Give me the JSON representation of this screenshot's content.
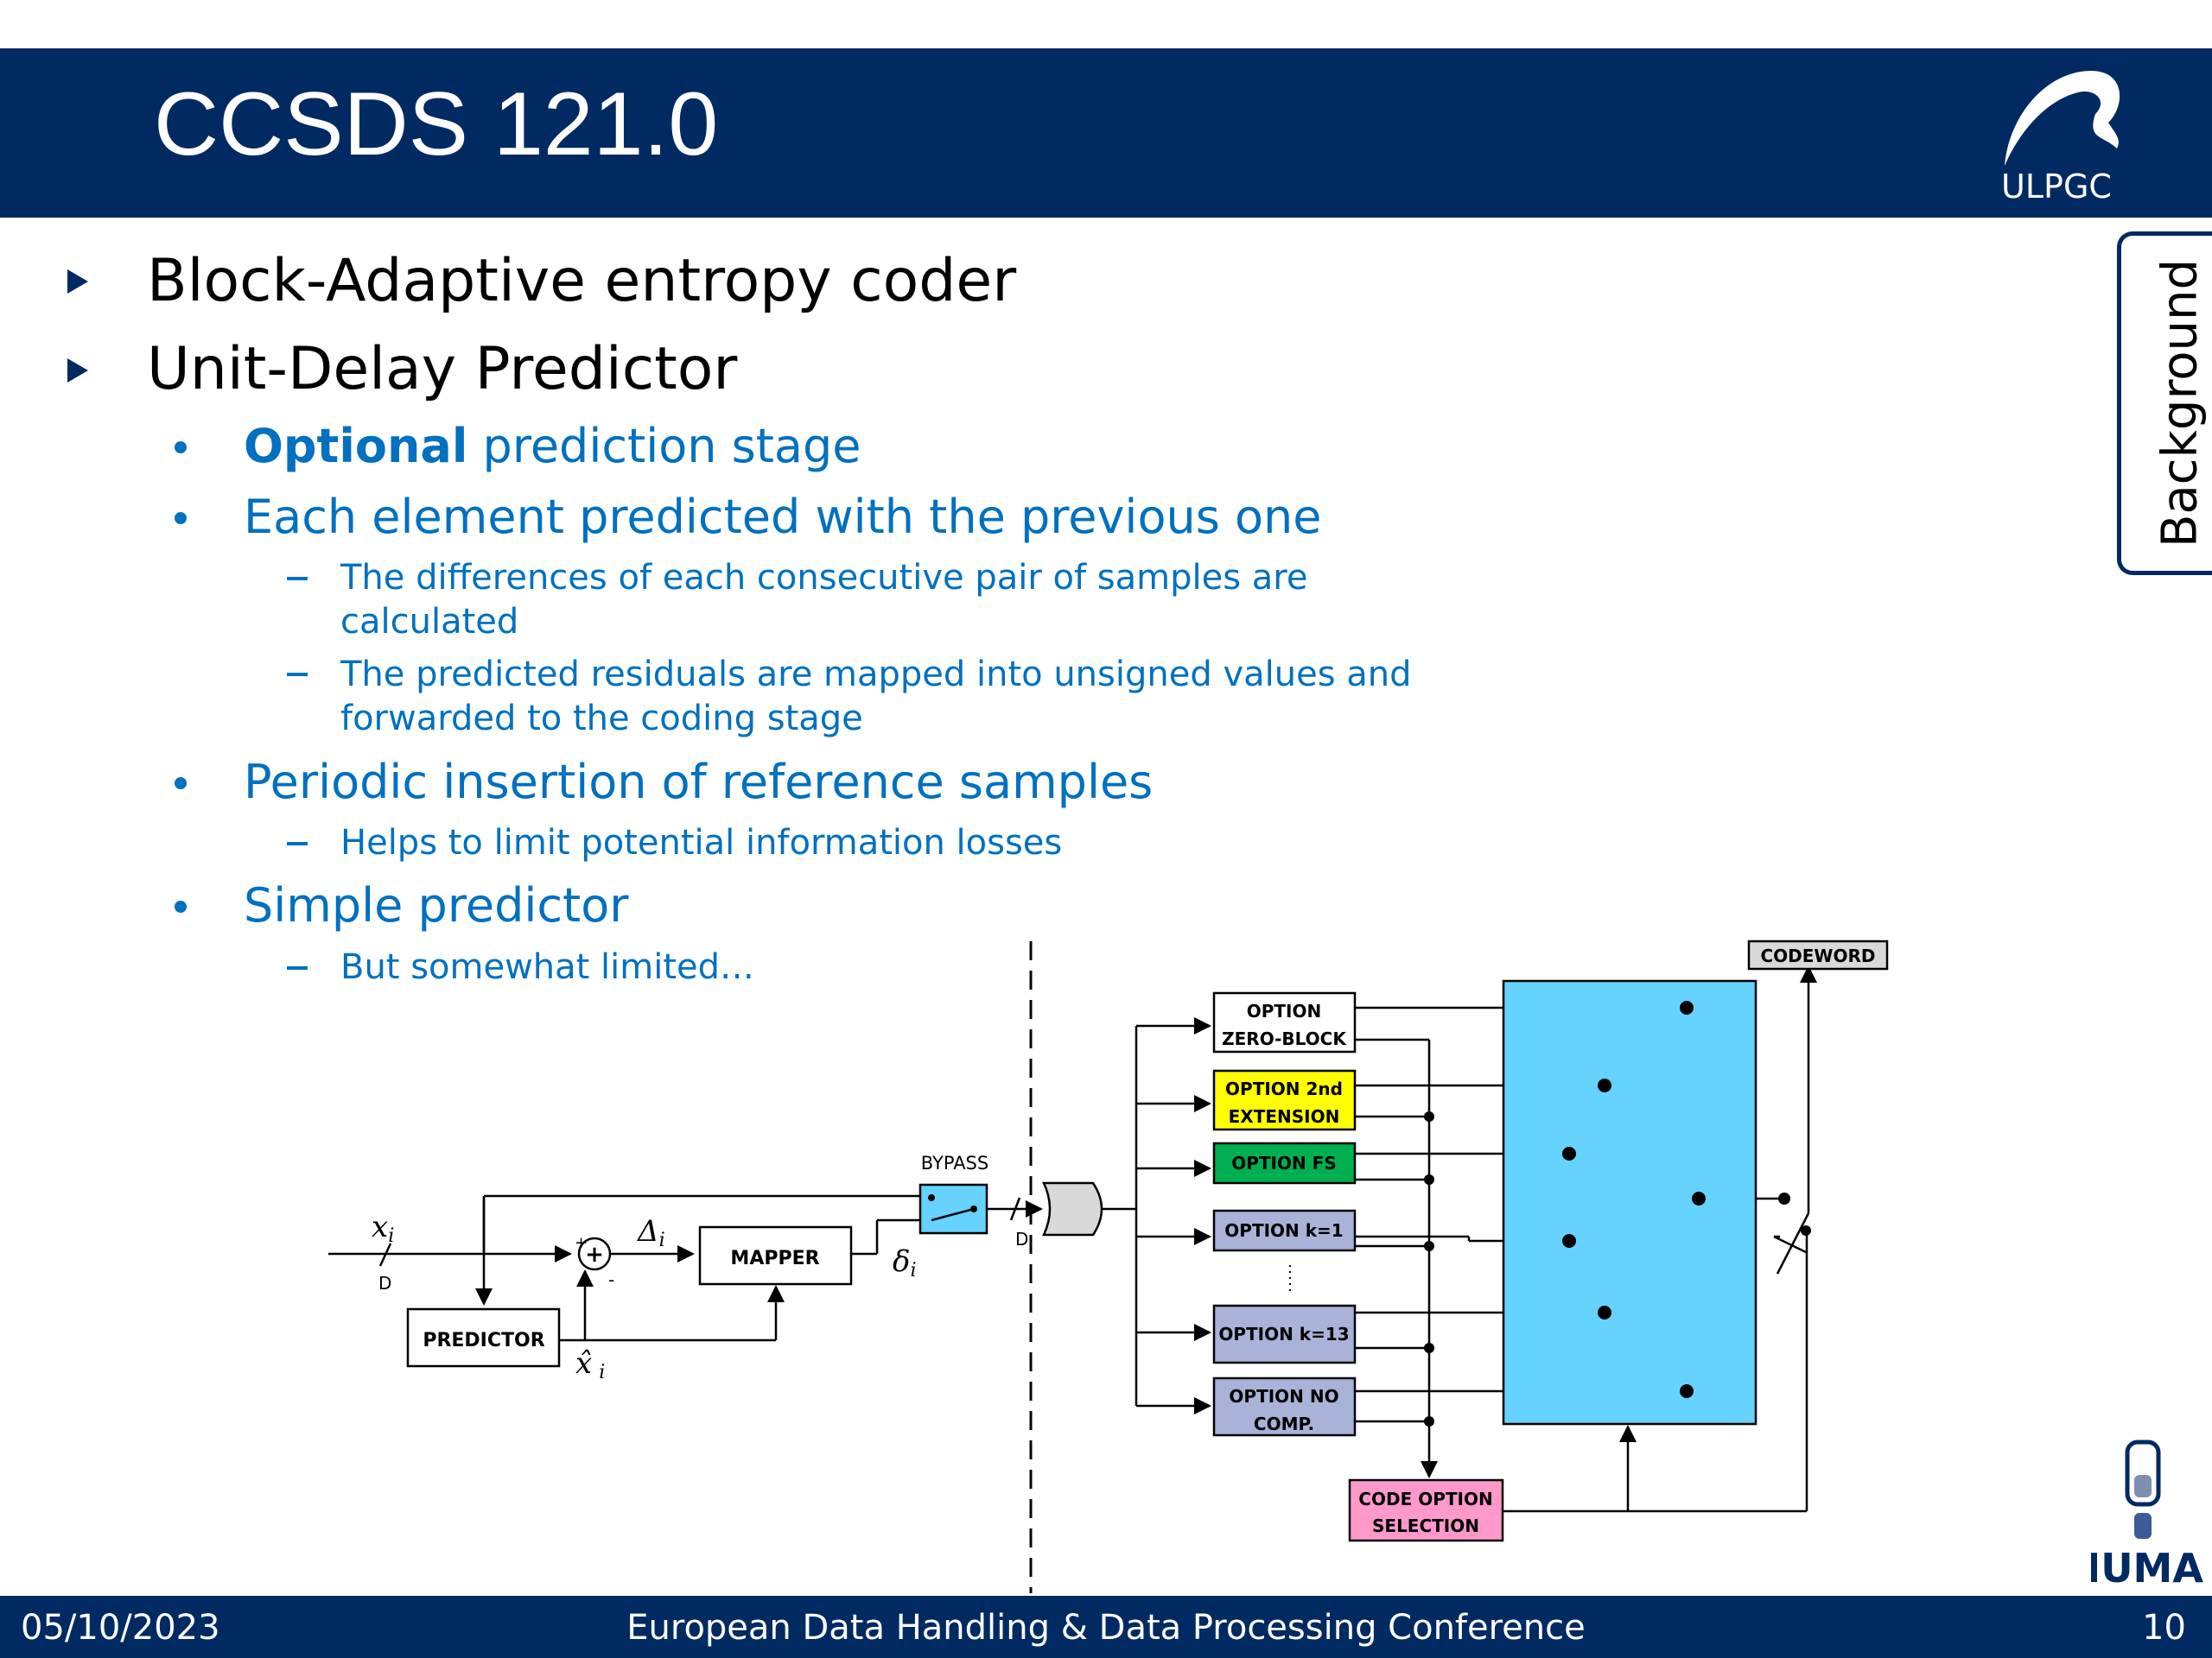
{
  "slide": {
    "title": "CCSDS 121.0",
    "logo_text": "ULPGC",
    "side_tab": "Background",
    "footer": {
      "date": "05/10/2023",
      "conference": "European Data Handling & Data Processing Conference",
      "page": "10"
    },
    "iuma_logo_text": "IUMA"
  },
  "bullets": {
    "b1": "Block-Adaptive entropy coder",
    "b2": "Unit-Delay Predictor",
    "s1_bold": "Optional",
    "s1_rest": " prediction stage",
    "s2": "Each element predicted with the previous one",
    "s2a_line1": "The differences of each consecutive pair of samples are",
    "s2a_line2": "calculated",
    "s2b_line1": "The predicted residuals are mapped into unsigned values and",
    "s2b_line2": "forwarded to the coding stage",
    "s3": "Periodic insertion of reference samples",
    "s3a": "Helps to limit potential information losses",
    "s4": "Simple predictor",
    "s4a": "But somewhat limited…"
  },
  "diagram": {
    "input_label": "x",
    "input_sub": "i",
    "delay_label": "D",
    "delta_label": "Δ",
    "delta_sub": "i",
    "delta_small": "δ",
    "plus": "+",
    "minus": "-",
    "predictor": "PREDICTOR",
    "mapper": "MAPPER",
    "bypass": "BYPASS",
    "xhat": "x̂",
    "options": [
      {
        "line1": "OPTION",
        "line2": "ZERO-BLOCK",
        "color": "#ffffff"
      },
      {
        "line1": "OPTION 2nd",
        "line2": "EXTENSION",
        "color": "#ffff00"
      },
      {
        "line1": "OPTION FS",
        "line2": "",
        "color": "#00b050"
      },
      {
        "line1": "OPTION k=1",
        "line2": "",
        "color": "#a9b3d9"
      },
      {
        "line1": "OPTION k=13",
        "line2": "",
        "color": "#a9b3d9"
      },
      {
        "line1": "OPTION NO",
        "line2": "COMP.",
        "color": "#a9b3d9"
      }
    ],
    "codeword": "CODEWORD",
    "selection_line1": "CODE OPTION",
    "selection_line2": "SELECTION",
    "switch_color": "#66d3ff",
    "selection_color": "#ff99cc"
  }
}
